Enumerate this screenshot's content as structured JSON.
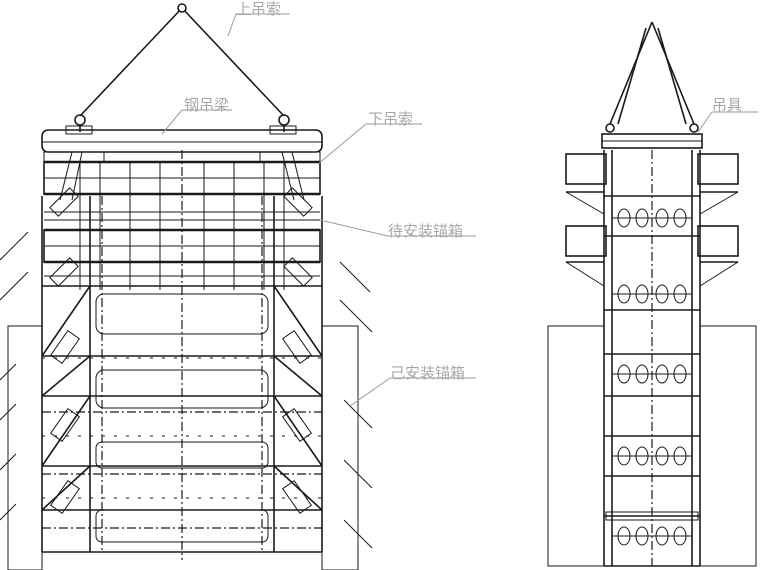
{
  "labels": {
    "upper_sling": "上吊索",
    "steel_beam": "钢吊梁",
    "lower_sling": "下吊索",
    "pending_box": "待安装锚箱",
    "installed_box": "己安装锚箱",
    "hanger": "吊具"
  },
  "colors": {
    "line": "#1a1a1a",
    "label": "#a8a8a8",
    "mesh_fill": "#b9b9b9"
  }
}
